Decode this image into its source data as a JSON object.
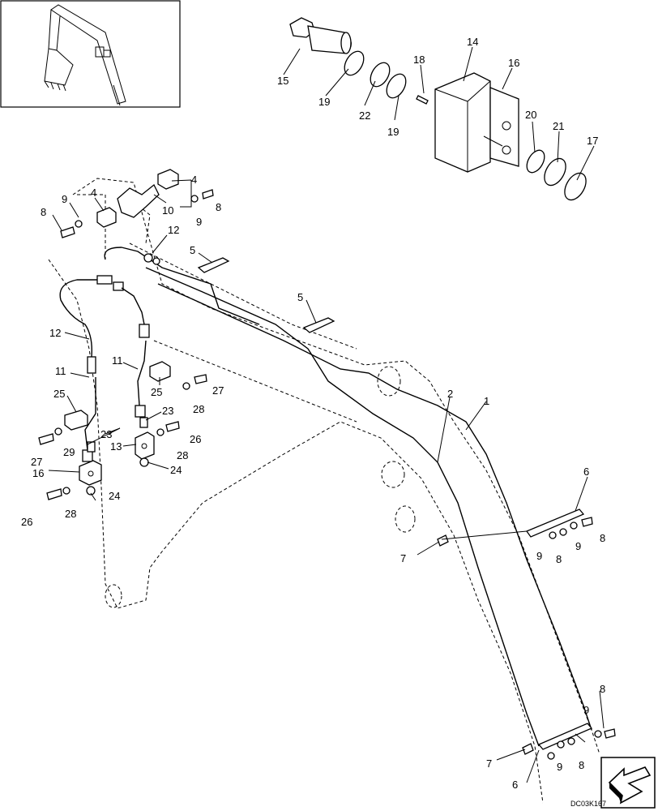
{
  "diagram_code": "DC03K167",
  "callouts": [
    "15",
    "19",
    "22",
    "19",
    "18",
    "14",
    "16",
    "20",
    "21",
    "17",
    "4",
    "4",
    "10",
    "9",
    "8",
    "9",
    "8",
    "12",
    "5",
    "5",
    "12",
    "11",
    "11",
    "25",
    "25",
    "23",
    "23",
    "27",
    "27",
    "28",
    "28",
    "26",
    "26",
    "29",
    "13",
    "16",
    "24",
    "24",
    "2",
    "1",
    "6",
    "6",
    "7",
    "7",
    "8",
    "8",
    "8",
    "9",
    "9",
    "9"
  ],
  "icons": {
    "inset": "excavator-arm-overview-icon",
    "nav": "next-arrow-icon"
  }
}
